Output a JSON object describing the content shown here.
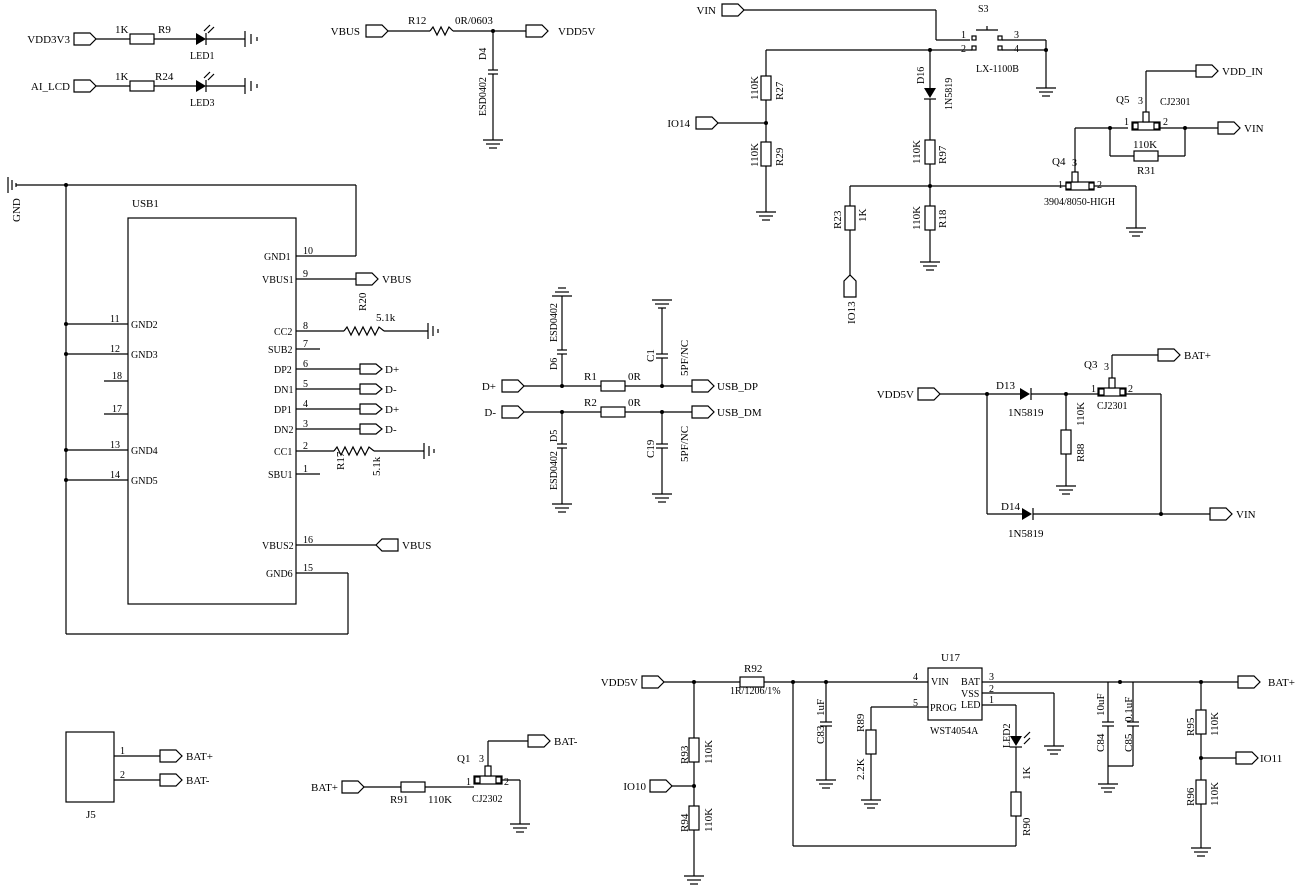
{
  "ports": {
    "vdd3v3": "VDD3V3",
    "ai_lcd": "AI_LCD",
    "vbus_top": "VBUS",
    "vdd5v_top": "VDD5V",
    "vin_top": "VIN",
    "io14": "IO14",
    "vdd_in": "VDD_IN",
    "vin_q5": "VIN",
    "io13": "IO13",
    "gnd_left": "GND",
    "vbus_pin9": "VBUS",
    "dplus_pin6": "D+",
    "dminus_pin5": "D-",
    "dplus_pin4": "D+",
    "dminus_pin3": "D-",
    "vbus_pin16": "VBUS",
    "dplus_in": "D+",
    "dminus_in": "D-",
    "usb_dp": "USB_DP",
    "usb_dm": "USB_DM",
    "bat_plus_q3": "BAT+",
    "vdd5v_d13": "VDD5V",
    "vin_d14": "VIN",
    "j5_batp": "BAT+",
    "j5_batm": "BAT-",
    "q1_batm": "BAT-",
    "q1_batp": "BAT+",
    "vdd5v_bottom": "VDD5V",
    "io10": "IO10",
    "bat_plus_u17": "BAT+",
    "io11": "IO11"
  },
  "parts": {
    "r9": {
      "ref": "R9",
      "value": "1K"
    },
    "led1": {
      "ref": "LED1"
    },
    "r24": {
      "ref": "R24",
      "value": "1K"
    },
    "led3": {
      "ref": "LED3"
    },
    "r12": {
      "ref": "R12",
      "value": "0R/0603"
    },
    "d4": {
      "ref": "D4",
      "value": "ESD0402"
    },
    "s3": {
      "ref": "S3",
      "value": "LX-1100B"
    },
    "r27": {
      "ref": "R27",
      "value": "110K"
    },
    "r29": {
      "ref": "R29",
      "value": "110K"
    },
    "d16": {
      "ref": "D16",
      "value": "1N5819"
    },
    "r97": {
      "ref": "R97",
      "value": "110K"
    },
    "r18": {
      "ref": "R18",
      "value": "110K"
    },
    "r23": {
      "ref": "R23",
      "value": "1K"
    },
    "q5": {
      "ref": "Q5",
      "value": "CJ2301"
    },
    "r31": {
      "ref": "R31",
      "value": "110K"
    },
    "q4": {
      "ref": "Q4",
      "value": "3904/8050-HIGH"
    },
    "usb1": {
      "ref": "USB1"
    },
    "r20": {
      "ref": "R20",
      "value": "5.1k"
    },
    "r17": {
      "ref": "R17",
      "value": "5.1k"
    },
    "d6": {
      "ref": "D6",
      "value": "ESD0402"
    },
    "d5": {
      "ref": "D5",
      "value": "ESD0402"
    },
    "r1": {
      "ref": "R1",
      "value": "0R"
    },
    "r2": {
      "ref": "R2",
      "value": "0R"
    },
    "c1": {
      "ref": "C1",
      "value": "5PF/NC"
    },
    "c19": {
      "ref": "C19",
      "value": "5PF/NC"
    },
    "q3": {
      "ref": "Q3",
      "value": "CJ2301"
    },
    "d13": {
      "ref": "D13",
      "value": "1N5819"
    },
    "r88": {
      "ref": "R88",
      "value": "110K"
    },
    "d14": {
      "ref": "D14",
      "value": "1N5819"
    },
    "j5": {
      "ref": "J5"
    },
    "q1": {
      "ref": "Q1",
      "value": "CJ2302"
    },
    "r91": {
      "ref": "R91",
      "value": "110K"
    },
    "r92": {
      "ref": "R92",
      "value": "1R/1206/1%"
    },
    "u17": {
      "ref": "U17",
      "value": "WST4054A"
    },
    "c83": {
      "ref": "C83",
      "value": "1uF"
    },
    "r89": {
      "ref": "R89",
      "value": "2.2K"
    },
    "led2": {
      "ref": "LED2"
    },
    "r90": {
      "ref": "R90",
      "value": "1K"
    },
    "c84": {
      "ref": "C84",
      "value": "10uF"
    },
    "c85": {
      "ref": "C85",
      "value": "0.1uF"
    },
    "r93": {
      "ref": "R93",
      "value": "110K"
    },
    "r94": {
      "ref": "R94",
      "value": "110K"
    },
    "r95": {
      "ref": "R95",
      "value": "110K"
    },
    "r96": {
      "ref": "R96",
      "value": "110K"
    }
  },
  "usb1_pins": [
    {
      "num": "10",
      "name": "GND1"
    },
    {
      "num": "9",
      "name": "VBUS1"
    },
    {
      "num": "8",
      "name": "CC2"
    },
    {
      "num": "7",
      "name": "SUB2"
    },
    {
      "num": "6",
      "name": "DP2"
    },
    {
      "num": "5",
      "name": "DN1"
    },
    {
      "num": "4",
      "name": "DP1"
    },
    {
      "num": "3",
      "name": "DN2"
    },
    {
      "num": "2",
      "name": "CC1"
    },
    {
      "num": "1",
      "name": "SBU1"
    },
    {
      "num": "16",
      "name": "VBUS2"
    },
    {
      "num": "15",
      "name": "GND6"
    },
    {
      "num": "11",
      "name": "GND2"
    },
    {
      "num": "12",
      "name": "GND3"
    },
    {
      "num": "18",
      "name": ""
    },
    {
      "num": "17",
      "name": ""
    },
    {
      "num": "13",
      "name": "GND4"
    },
    {
      "num": "14",
      "name": "GND5"
    }
  ],
  "u17_pins": [
    {
      "num": "4",
      "name": "VIN"
    },
    {
      "num": "5",
      "name": "PROG"
    },
    {
      "num": "3",
      "name": "BAT"
    },
    {
      "num": "2",
      "name": "VSS"
    },
    {
      "num": "1",
      "name": "LED"
    }
  ],
  "s3_pins": [
    "1",
    "2",
    "3",
    "4"
  ],
  "q_pins": [
    "1",
    "2",
    "3"
  ],
  "j5_pins": [
    "1",
    "2"
  ]
}
